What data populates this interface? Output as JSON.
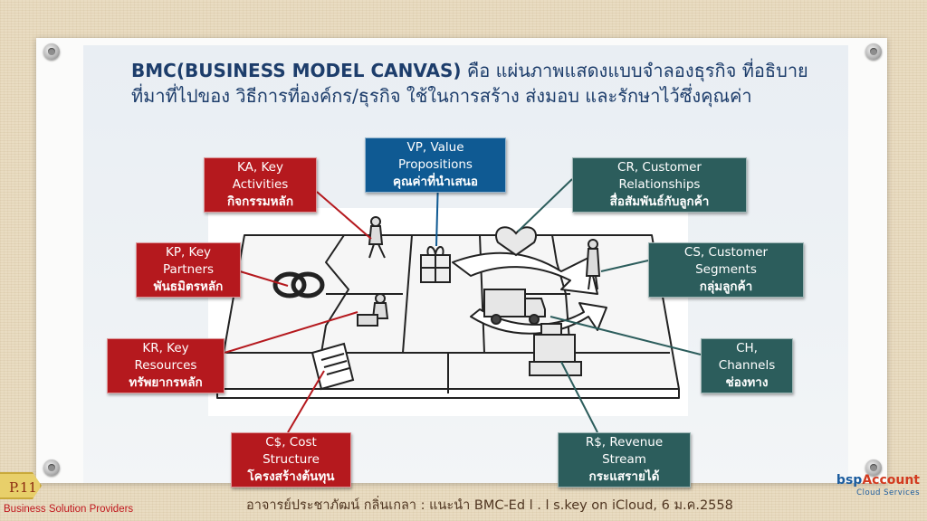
{
  "title": {
    "bold": "BMC(BUSINESS MODEL CANVAS)",
    "line1_rest": " คือ แผ่นภาพแสดงแบบจำลองธุรกิจ ที่อธิบาย",
    "line2": "ที่มาที่ไปของ วิธีการที่องค์กร/ธุรกิจ ใช้ในการสร้าง ส่งมอบ และรักษาไว้ซึ่งคุณค่า"
  },
  "labels": {
    "vp": {
      "en": "VP, Value Propositions",
      "th": "คุณค่าที่นำเสนอ"
    },
    "ka": {
      "en": "KA, Key Activities",
      "th": "กิจกรรมหลัก"
    },
    "kp": {
      "en": "KP, Key Partners",
      "th": "พันธมิตรหลัก"
    },
    "kr": {
      "en": "KR, Key Resources",
      "th": "ทรัพยากรหลัก"
    },
    "cs_cost": {
      "en": "C$, Cost Structure",
      "th": "โครงสร้างต้นทุน"
    },
    "cr": {
      "en": "CR, Customer Relationships",
      "th": "สื่อสัมพันธ์กับลูกค้า"
    },
    "cseg": {
      "en": "CS, Customer Segments",
      "th": "กลุ่มลูกค้า"
    },
    "ch": {
      "en": "CH, Channels",
      "th": "ช่องทาง"
    },
    "rs": {
      "en": "R$, Revenue Stream",
      "th": "กระแสรายได้"
    }
  },
  "footer": {
    "page": "P.11",
    "org": "Business Solution Providers",
    "credit": "อาจารย์ประชาภัฒน์ กลิ่นเกลา : แนะนำ BMC-Ed l . l s.key on iCloud, 6 ม.ค.2558",
    "logo_main": "bsp",
    "logo_accent": "Account",
    "logo_sub": "Cloud Services"
  },
  "colors": {
    "red": "#b5191e",
    "blue": "#0f5a93",
    "teal": "#2c5d5c",
    "title": "#1d3d6b"
  }
}
